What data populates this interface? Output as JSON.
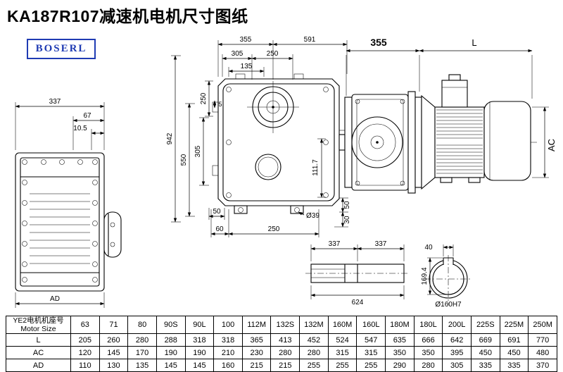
{
  "title": "KA187R107减速机电机尺寸图纸",
  "logo": "BOSERL",
  "brand_color": "#1f3bb3",
  "front_view": {
    "w337": "337",
    "w67": "67",
    "w10_5": "10.5",
    "wAD": "AD"
  },
  "main_view": {
    "top355": "355",
    "top591": "591",
    "top305": "305",
    "top250": "250",
    "top135": "135",
    "left942": "942",
    "left550": "550",
    "left305": "305",
    "left250": "250",
    "left5": "5",
    "right111_7": "111.7",
    "right50": "50",
    "right30": "30",
    "bottom50": "50",
    "bottom60": "60",
    "bottom250": "250",
    "hole39": "Ø39"
  },
  "motor_view": {
    "len355": "355",
    "lenL": "L",
    "diaAC": "AC"
  },
  "shaft_view": {
    "seg337a": "337",
    "seg337b": "337",
    "total624": "624"
  },
  "bore_view": {
    "key40": "40",
    "depth169_4": "169.4",
    "bore160": "Ø160H7"
  },
  "table": {
    "header_cn": "YE2电机机座号",
    "header_en": "Motor Size",
    "columns": [
      "63",
      "71",
      "80",
      "90S",
      "90L",
      "100",
      "112M",
      "132S",
      "132M",
      "160M",
      "160L",
      "180M",
      "180L",
      "200L",
      "225S",
      "225M",
      "250M"
    ],
    "rows": [
      {
        "label": "L",
        "values": [
          "205",
          "260",
          "280",
          "288",
          "318",
          "318",
          "365",
          "413",
          "452",
          "524",
          "547",
          "635",
          "666",
          "642",
          "669",
          "691",
          "770"
        ]
      },
      {
        "label": "AC",
        "values": [
          "120",
          "145",
          "170",
          "190",
          "190",
          "210",
          "230",
          "280",
          "280",
          "315",
          "315",
          "350",
          "350",
          "395",
          "450",
          "450",
          "480"
        ]
      },
      {
        "label": "AD",
        "values": [
          "110",
          "130",
          "135",
          "145",
          "145",
          "160",
          "215",
          "215",
          "255",
          "255",
          "255",
          "290",
          "280",
          "305",
          "335",
          "335",
          "370"
        ]
      }
    ]
  }
}
